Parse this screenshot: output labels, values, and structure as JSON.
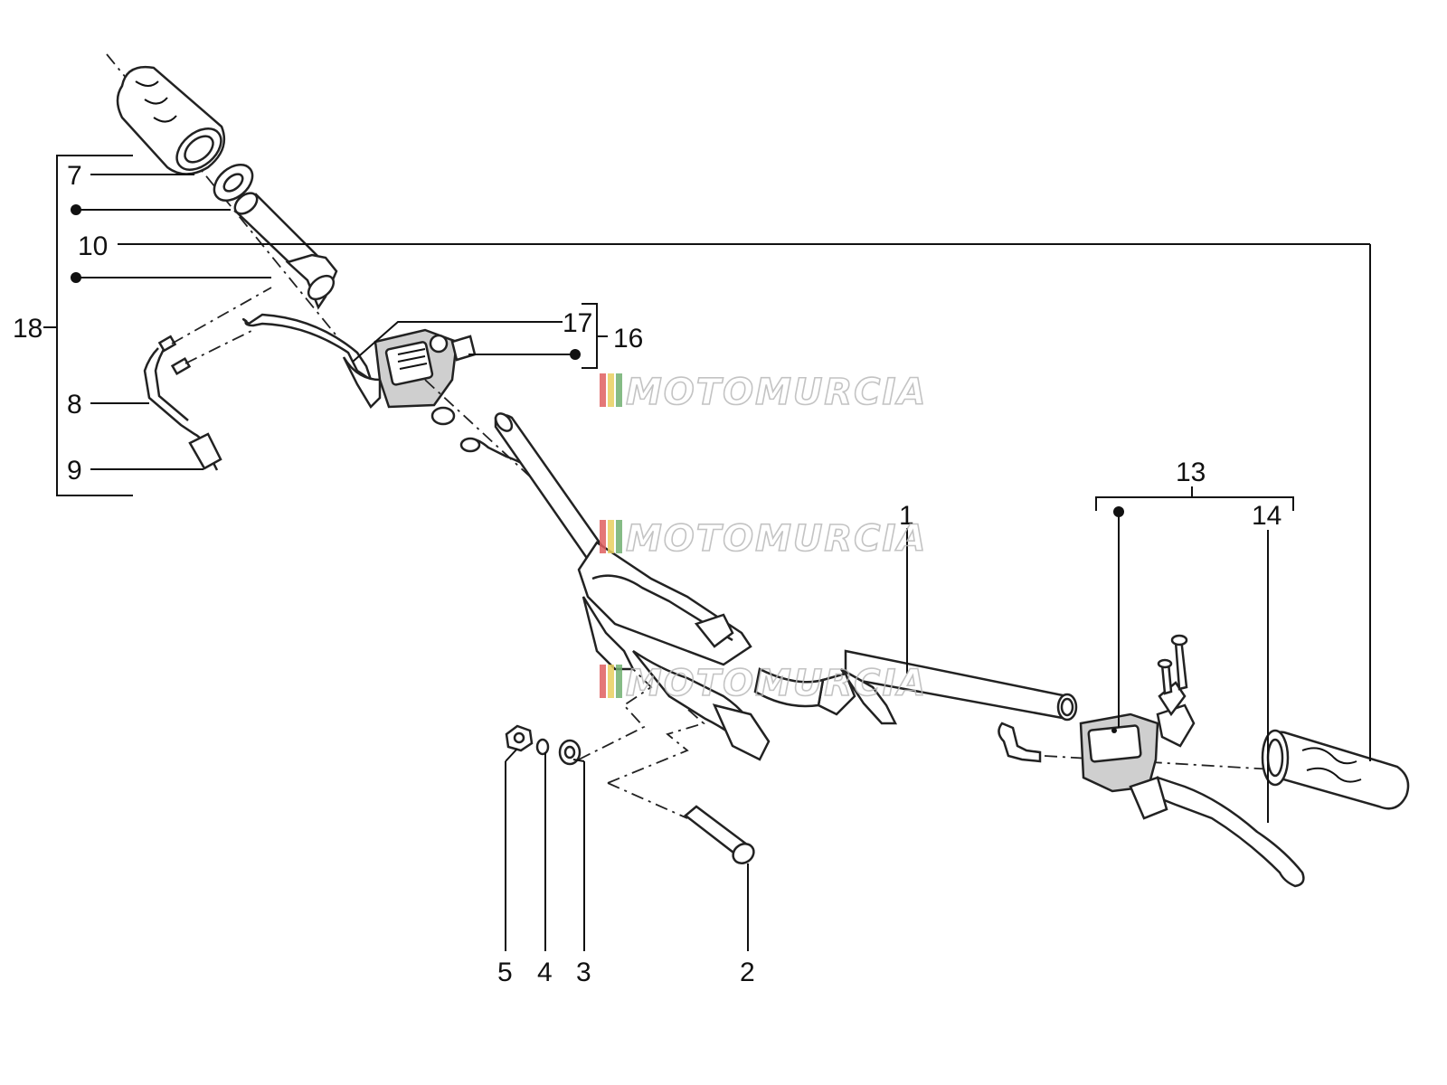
{
  "diagram": {
    "callouts": {
      "c1": "1",
      "c2": "2",
      "c3": "3",
      "c4": "4",
      "c5": "5",
      "c7": "7",
      "c8": "8",
      "c9": "9",
      "c10": "10",
      "c13": "13",
      "c14": "14",
      "c16": "16",
      "c17": "17",
      "c18": "18"
    },
    "watermark": "MOTOMURCIA",
    "colors": {
      "line": "#222222",
      "watermark_gray": "#b9b9b9",
      "watermark_stripe_red": "#e06060",
      "watermark_stripe_yellow": "#e8d060",
      "watermark_stripe_green": "#70b070"
    }
  }
}
